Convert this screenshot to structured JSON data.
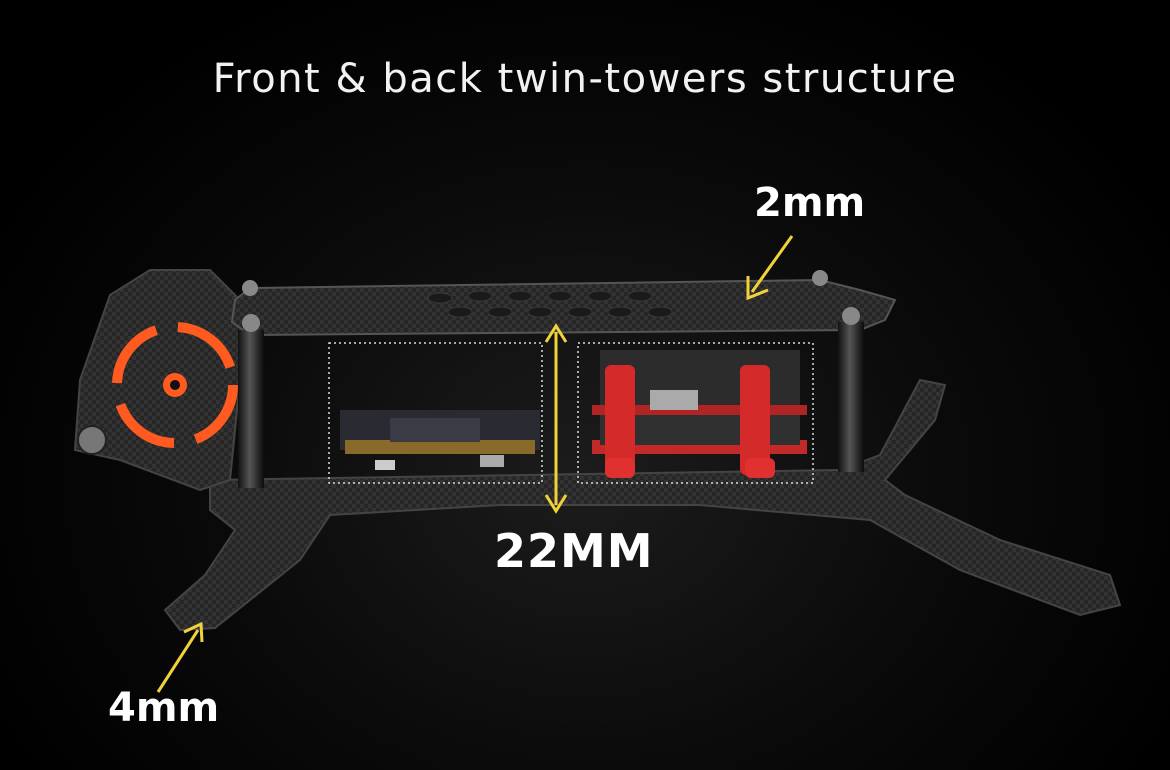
{
  "headline": "Front & back twin-towers structure",
  "annotations": {
    "top_plate": "2mm",
    "stack_height": "22MM",
    "bottom_plate": "4mm"
  },
  "colors": {
    "background": "#000000",
    "carbon": "#2a2a2a",
    "accent_orange": "#ff5a1f",
    "arrow_yellow": "#f2d23a",
    "pcb_red": "#d42a2a",
    "text": "#ffffff"
  }
}
